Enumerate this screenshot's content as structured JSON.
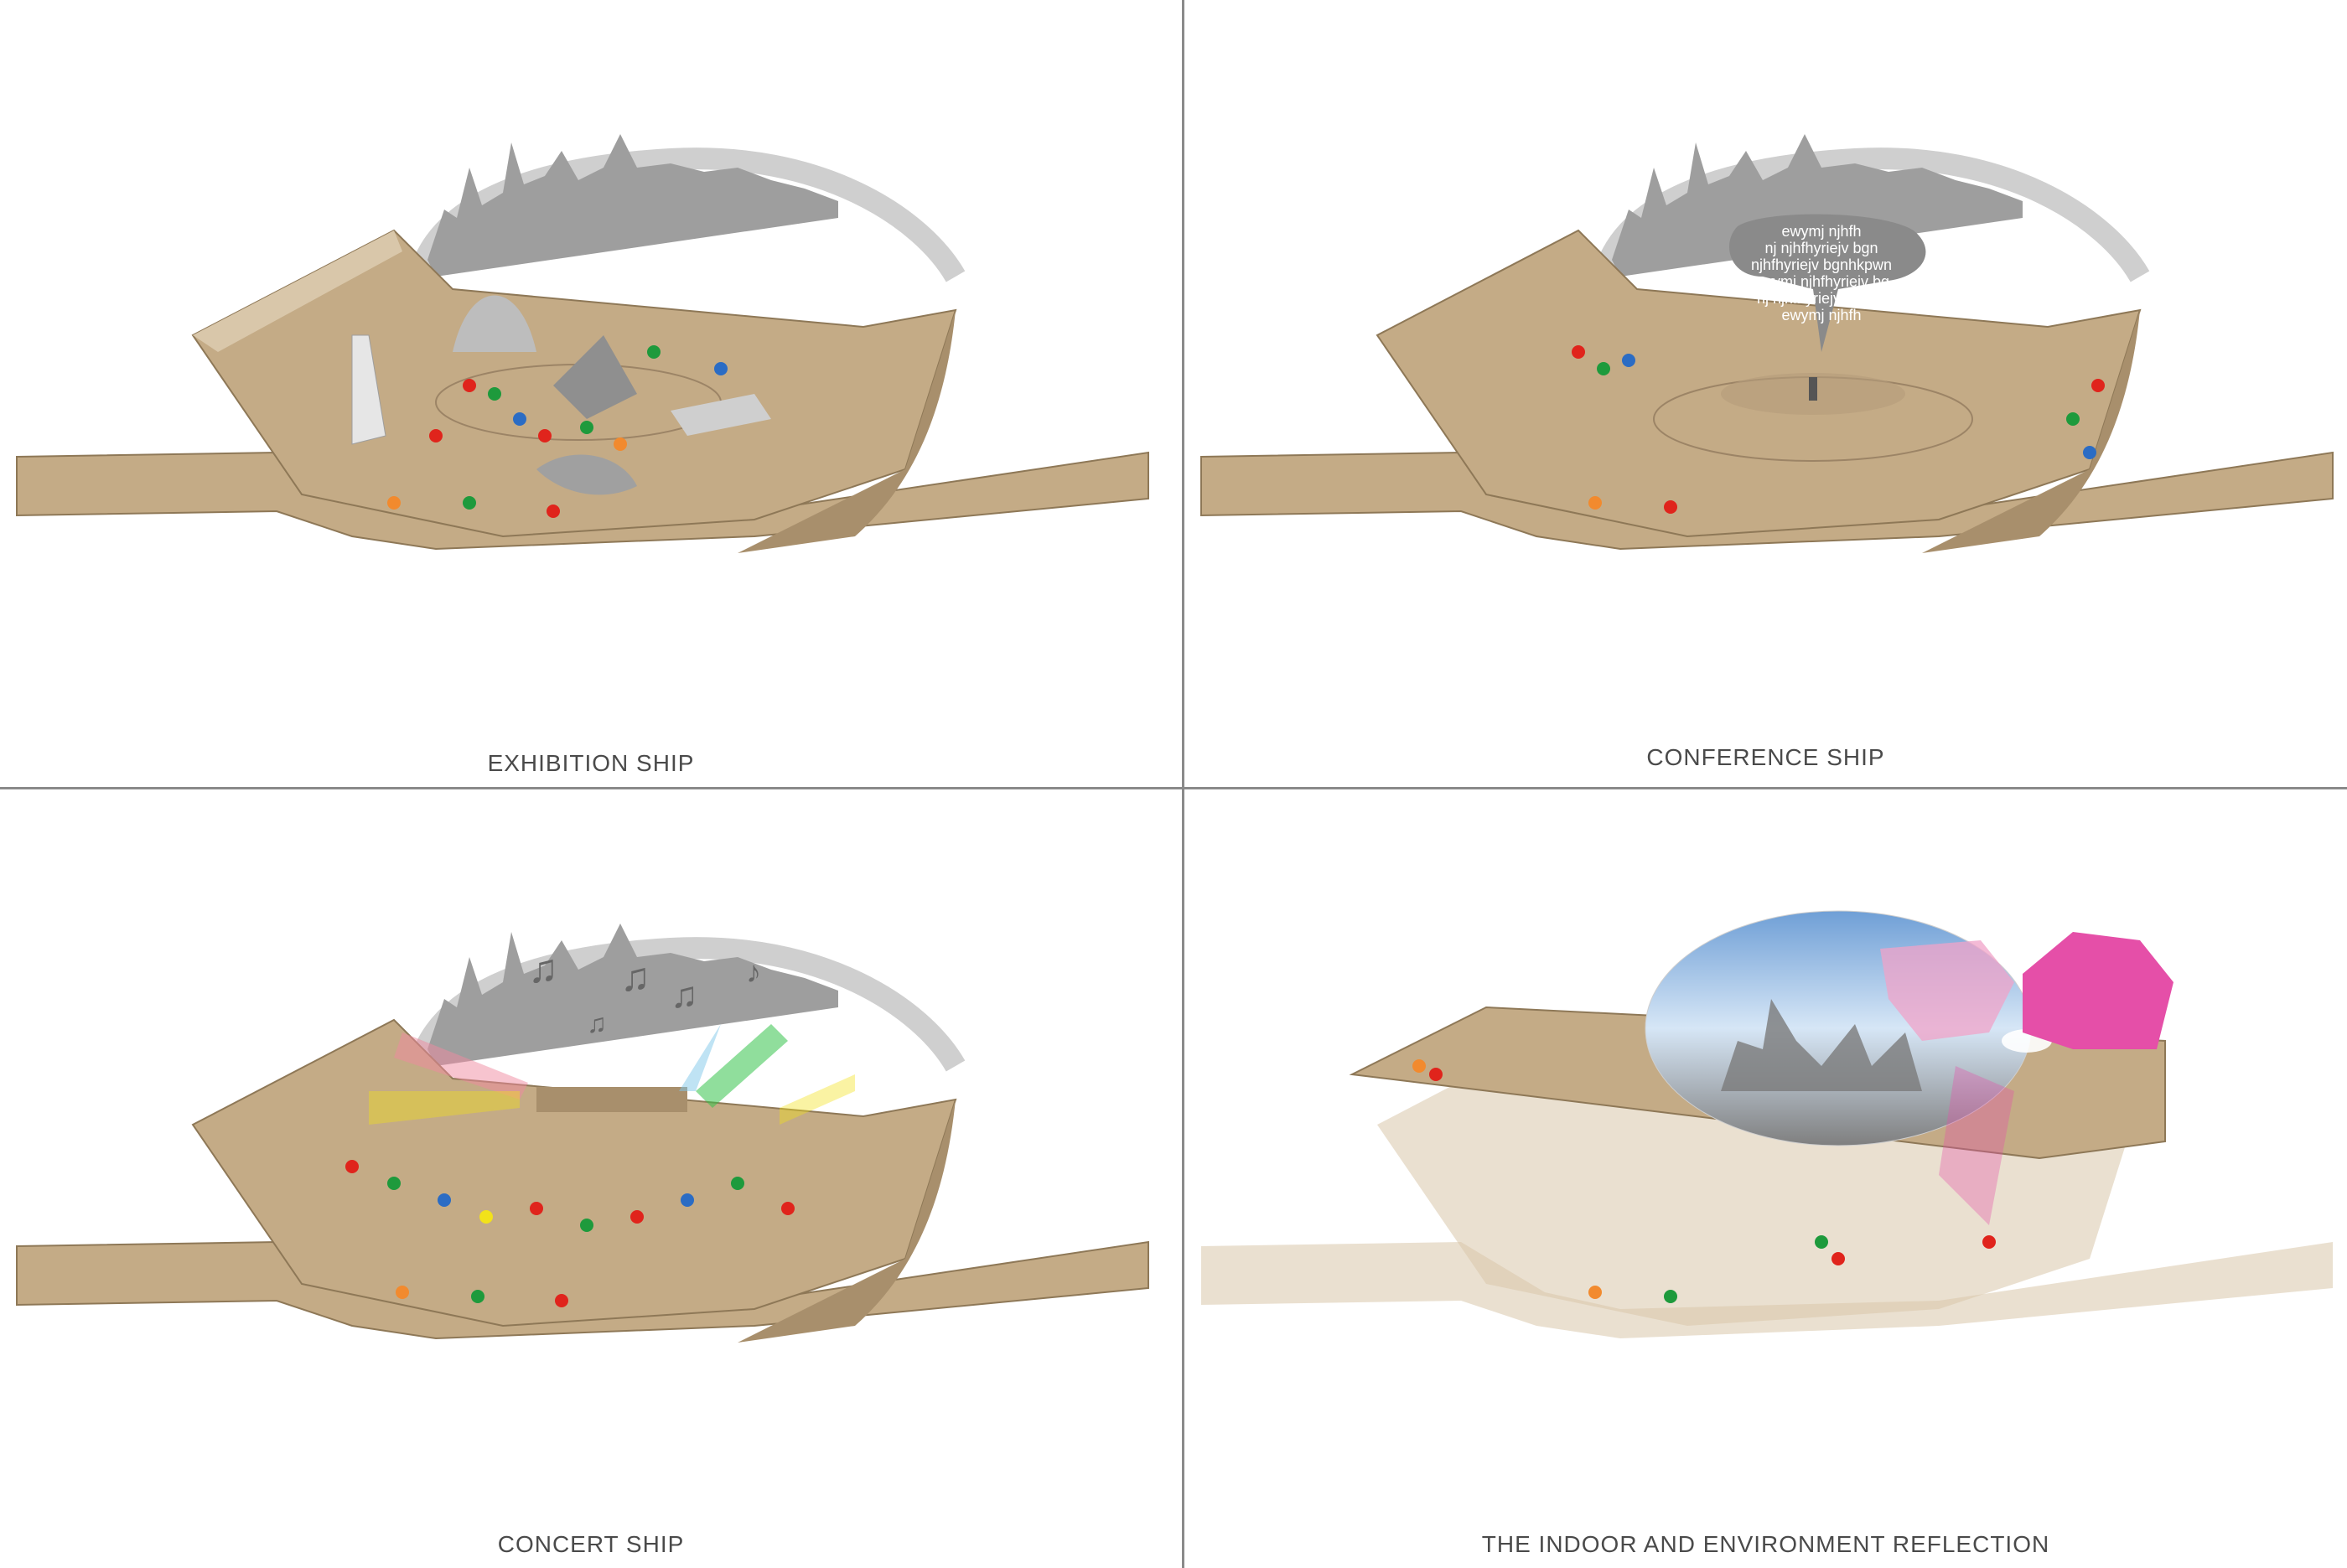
{
  "panels": [
    {
      "caption": "EXHIBITION SHIP"
    },
    {
      "caption": "CONFERENCE SHIP"
    },
    {
      "caption": "CONCERT SHIP"
    },
    {
      "caption": "THE  INDOOR AND ENVIRONMENT REFLECTION"
    }
  ],
  "speech_bubble": {
    "lines": [
      "ewymj njhfh",
      "nj njhfhyriejv bgn",
      "njhfhyriejv bgnhkpwn",
      "ewymj njhfhyriejv bg",
      "nj njhfhyriejv bgnhk",
      "ewymj njhfh"
    ]
  },
  "colors": {
    "deck": "#c4ab86",
    "deck_dark": "#a88f6c",
    "deck_light": "#d9c7aa",
    "skyline": "#9e9e9e",
    "people": [
      "#e0241c",
      "#1e9a3c",
      "#2b6cc4",
      "#f28a2e",
      "#f2e21a"
    ],
    "rhino": "#e54fa8"
  }
}
